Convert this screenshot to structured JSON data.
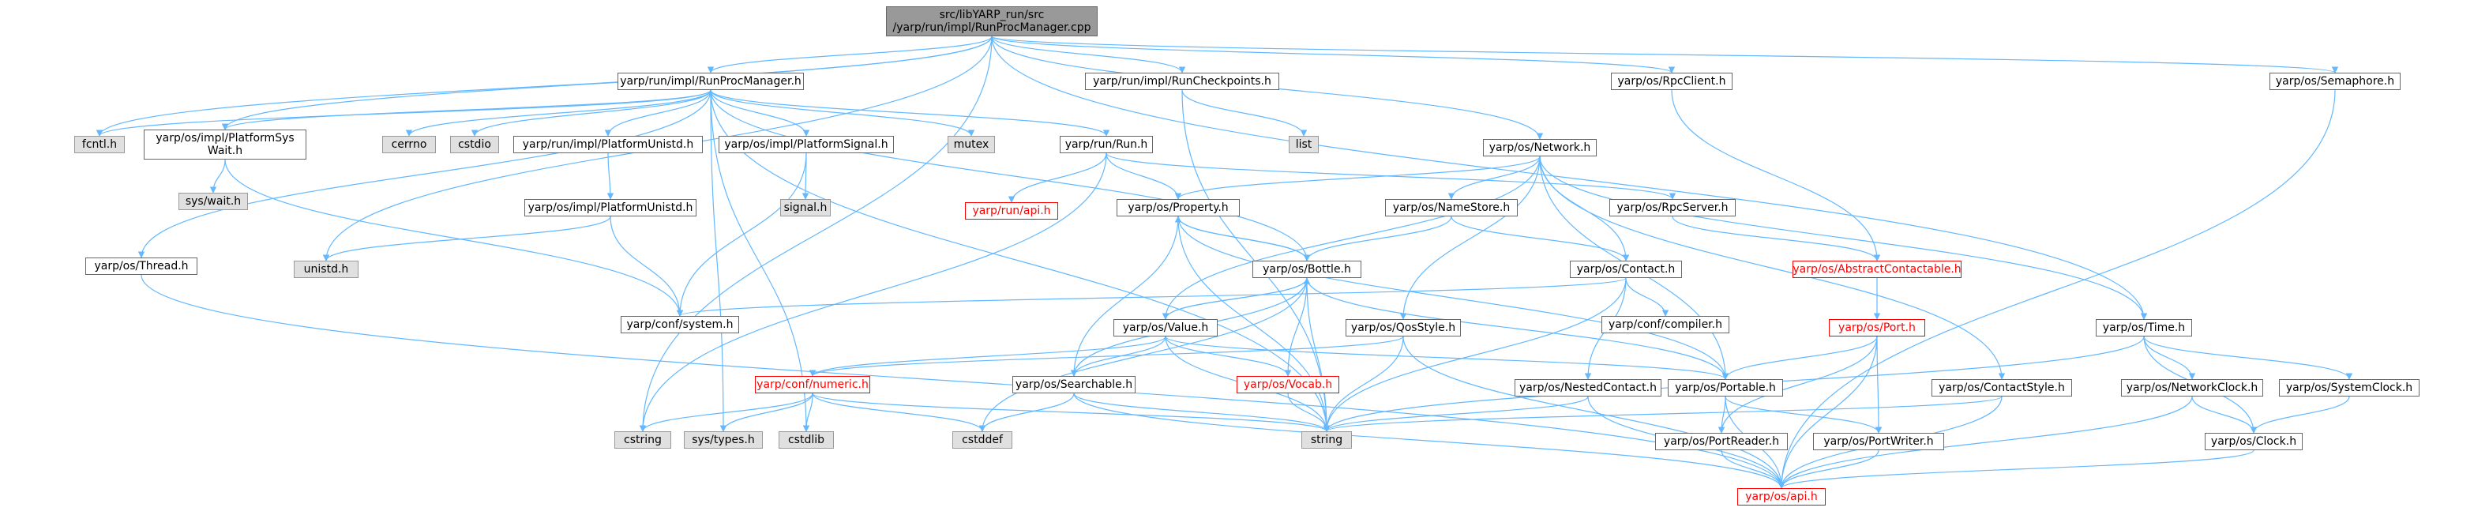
{
  "colors": {
    "edge": "#63b8ff",
    "system_fill": "#e0e0e0",
    "root_fill": "#999999",
    "missing_border": "#ff0000"
  },
  "nodes": {
    "root": "src/libYARP_run/src\n/yarp/run/impl/RunProcManager.cpp",
    "runprocmanager": "yarp/run/impl/RunProcManager.h",
    "runcheckpoints": "yarp/run/impl/RunCheckpoints.h",
    "rpcclient": "yarp/os/RpcClient.h",
    "semaphore": "yarp/os/Semaphore.h",
    "fcntl": "fcntl.h",
    "platformsyswait": "yarp/os/impl/PlatformSys\nWait.h",
    "cerrno": "cerrno",
    "cstdio": "cstdio",
    "platformunistd_run": "yarp/run/impl/PlatformUnistd.h",
    "platformsignal": "yarp/os/impl/PlatformSignal.h",
    "mutex": "mutex",
    "run": "yarp/run/Run.h",
    "list": "list",
    "network": "yarp/os/Network.h",
    "syswait": "sys/wait.h",
    "platformunistd_os": "yarp/os/impl/PlatformUnistd.h",
    "signal": "signal.h",
    "runapi": "yarp/run/api.h",
    "property": "yarp/os/Property.h",
    "namestore": "yarp/os/NameStore.h",
    "rpcserver": "yarp/os/RpcServer.h",
    "thread": "yarp/os/Thread.h",
    "unistd": "unistd.h",
    "bottle": "yarp/os/Bottle.h",
    "contact": "yarp/os/Contact.h",
    "abstractcontactable": "yarp/os/AbstractContactable.h",
    "system": "yarp/conf/system.h",
    "compiler": "yarp/conf/compiler.h",
    "port": "yarp/os/Port.h",
    "time": "yarp/os/Time.h",
    "value": "yarp/os/Value.h",
    "qosstyle": "yarp/os/QosStyle.h",
    "numeric": "yarp/conf/numeric.h",
    "searchable": "yarp/os/Searchable.h",
    "vocab": "yarp/os/Vocab.h",
    "nestedcontact": "yarp/os/NestedContact.h",
    "portable": "yarp/os/Portable.h",
    "contactstyle": "yarp/os/ContactStyle.h",
    "networkclock": "yarp/os/NetworkClock.h",
    "systemclock": "yarp/os/SystemClock.h",
    "cstring": "cstring",
    "systypes": "sys/types.h",
    "cstdlib": "cstdlib",
    "cstddef": "cstddef",
    "string": "string",
    "portreader": "yarp/os/PortReader.h",
    "portwriter": "yarp/os/PortWriter.h",
    "clock": "yarp/os/Clock.h",
    "api": "yarp/os/api.h"
  },
  "edges": [
    [
      "root",
      "runprocmanager"
    ],
    [
      "root",
      "runcheckpoints"
    ],
    [
      "root",
      "rpcclient"
    ],
    [
      "root",
      "semaphore"
    ],
    [
      "root",
      "fcntl"
    ],
    [
      "root",
      "platformsyswait"
    ],
    [
      "root",
      "network"
    ],
    [
      "root",
      "time"
    ],
    [
      "root",
      "unistd"
    ],
    [
      "root",
      "cstring"
    ],
    [
      "runprocmanager",
      "fcntl"
    ],
    [
      "runprocmanager",
      "platformsyswait"
    ],
    [
      "runprocmanager",
      "cerrno"
    ],
    [
      "runprocmanager",
      "cstdio"
    ],
    [
      "runprocmanager",
      "platformunistd_run"
    ],
    [
      "runprocmanager",
      "platformsignal"
    ],
    [
      "runprocmanager",
      "mutex"
    ],
    [
      "runprocmanager",
      "run"
    ],
    [
      "runprocmanager",
      "thread"
    ],
    [
      "runprocmanager",
      "bottle"
    ],
    [
      "runprocmanager",
      "string"
    ],
    [
      "runprocmanager",
      "cstdlib"
    ],
    [
      "runprocmanager",
      "systypes"
    ],
    [
      "runcheckpoints",
      "list"
    ],
    [
      "runcheckpoints",
      "string"
    ],
    [
      "rpcclient",
      "abstractcontactable"
    ],
    [
      "semaphore",
      "api"
    ],
    [
      "platformsyswait",
      "syswait"
    ],
    [
      "platformsyswait",
      "system"
    ],
    [
      "platformunistd_run",
      "platformunistd_os"
    ],
    [
      "platformsignal",
      "signal"
    ],
    [
      "platformsignal",
      "system"
    ],
    [
      "run",
      "runapi"
    ],
    [
      "run",
      "property"
    ],
    [
      "run",
      "rpcserver"
    ],
    [
      "run",
      "cstring"
    ],
    [
      "network",
      "property"
    ],
    [
      "network",
      "namestore"
    ],
    [
      "network",
      "contact"
    ],
    [
      "network",
      "value"
    ],
    [
      "network",
      "qosstyle"
    ],
    [
      "network",
      "portable"
    ],
    [
      "network",
      "contactstyle"
    ],
    [
      "network",
      "time"
    ],
    [
      "platformunistd_os",
      "unistd"
    ],
    [
      "platformunistd_os",
      "system"
    ],
    [
      "property",
      "bottle"
    ],
    [
      "property",
      "searchable"
    ],
    [
      "property",
      "string"
    ],
    [
      "property",
      "portable"
    ],
    [
      "namestore",
      "bottle"
    ],
    [
      "namestore",
      "contact"
    ],
    [
      "rpcserver",
      "abstractcontactable"
    ],
    [
      "thread",
      "api"
    ],
    [
      "bottle",
      "property"
    ],
    [
      "bottle",
      "value"
    ],
    [
      "bottle",
      "searchable"
    ],
    [
      "bottle",
      "vocab"
    ],
    [
      "bottle",
      "portable"
    ],
    [
      "bottle",
      "string"
    ],
    [
      "bottle",
      "cstddef"
    ],
    [
      "contact",
      "system"
    ],
    [
      "contact",
      "compiler"
    ],
    [
      "contact",
      "nestedcontact"
    ],
    [
      "contact",
      "string"
    ],
    [
      "abstractcontactable",
      "port"
    ],
    [
      "port",
      "portable"
    ],
    [
      "port",
      "portreader"
    ],
    [
      "port",
      "portwriter"
    ],
    [
      "port",
      "api"
    ],
    [
      "time",
      "networkclock"
    ],
    [
      "time",
      "systemclock"
    ],
    [
      "time",
      "clock"
    ],
    [
      "time",
      "string"
    ],
    [
      "value",
      "bottle"
    ],
    [
      "value",
      "numeric"
    ],
    [
      "value",
      "searchable"
    ],
    [
      "value",
      "vocab"
    ],
    [
      "value",
      "portable"
    ],
    [
      "value",
      "string"
    ],
    [
      "qosstyle",
      "numeric"
    ],
    [
      "qosstyle",
      "string"
    ],
    [
      "qosstyle",
      "api"
    ],
    [
      "numeric",
      "cstring"
    ],
    [
      "numeric",
      "systypes"
    ],
    [
      "numeric",
      "cstdlib"
    ],
    [
      "numeric",
      "cstddef"
    ],
    [
      "numeric",
      "string"
    ],
    [
      "searchable",
      "cstddef"
    ],
    [
      "searchable",
      "string"
    ],
    [
      "searchable",
      "api"
    ],
    [
      "vocab",
      "string"
    ],
    [
      "nestedcontact",
      "string"
    ],
    [
      "nestedcontact",
      "api"
    ],
    [
      "portable",
      "portreader"
    ],
    [
      "portable",
      "portwriter"
    ],
    [
      "portable",
      "api"
    ],
    [
      "contactstyle",
      "string"
    ],
    [
      "contactstyle",
      "api"
    ],
    [
      "networkclock",
      "clock"
    ],
    [
      "networkclock",
      "api"
    ],
    [
      "systemclock",
      "clock"
    ],
    [
      "portreader",
      "api"
    ],
    [
      "portwriter",
      "api"
    ],
    [
      "clock",
      "api"
    ]
  ]
}
